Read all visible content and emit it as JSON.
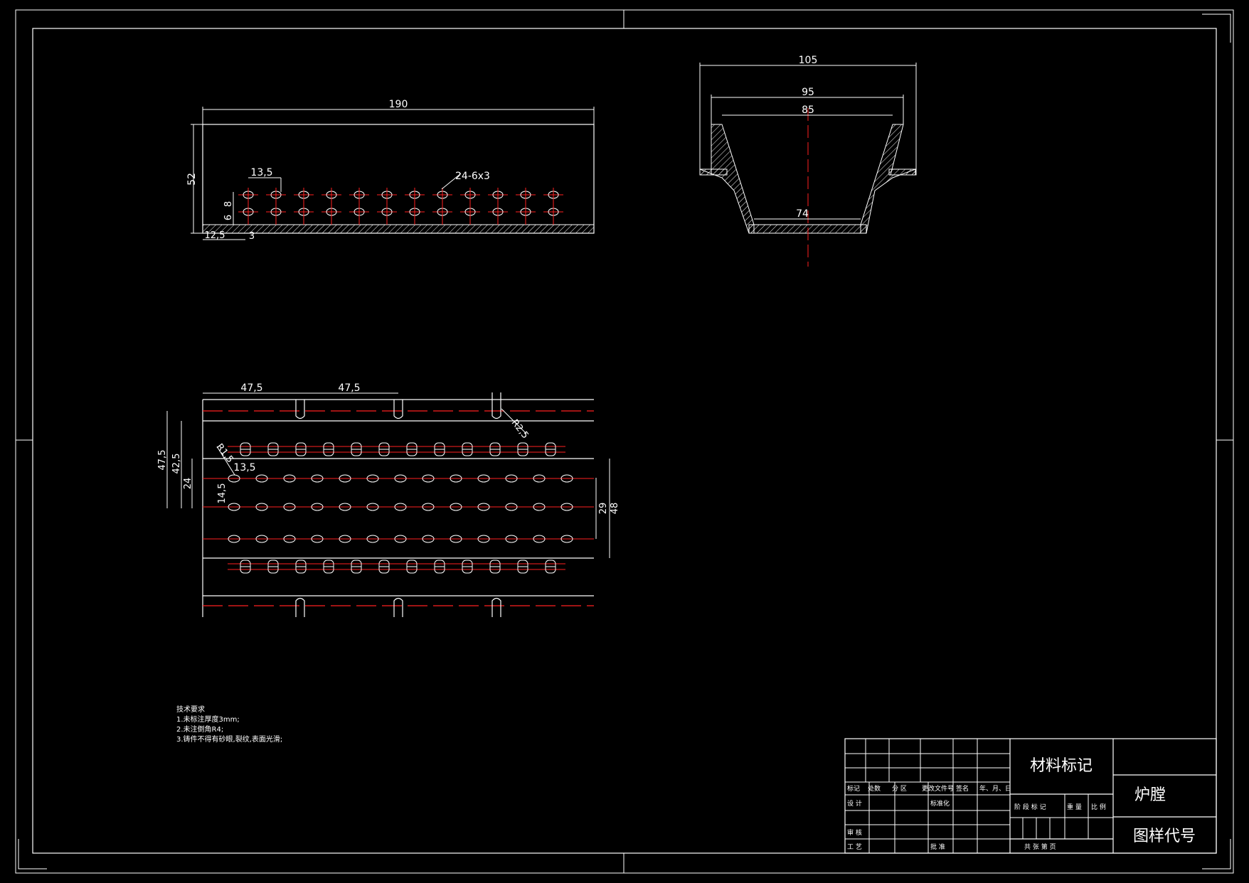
{
  "drawing": {
    "part_name": "炉膛",
    "material_label": "材料标记",
    "drawing_code_label": "图样代号"
  },
  "front_view": {
    "dim_length": "190",
    "dim_height": "52",
    "dim_hole_pitch": "13,5",
    "dim_hole_spec": "24-6x3",
    "dim_row_gap": "8",
    "dim_bottom_gap": "6",
    "dim_edge": "12,5",
    "dim_hole_width": "3"
  },
  "section_view": {
    "dim_outer_flange": "105",
    "dim_top_outer": "95",
    "dim_top_inner": "85",
    "dim_bottom": "74"
  },
  "top_view": {
    "dim_slot_pitch_1": "47,5",
    "dim_slot_pitch_2": "47,5",
    "dim_slot_radius": "R2,5",
    "dim_hole_radius": "R1,5",
    "dim_hole_pitch": "13,5",
    "dim_row_offset": "14,5",
    "dim_total_width": "47,5",
    "dim_width_2": "42,5",
    "dim_width_3": "24",
    "dim_right_inner": "29",
    "dim_right_outer": "48"
  },
  "notes": {
    "heading": "技术要求",
    "items": [
      "1.未标注厚度3mm;",
      "2.未注倒角R4;",
      "3.铸件不得有砂眼,裂纹,表面光滑;"
    ]
  },
  "title_block": {
    "row_labels": [
      "标记",
      "处数",
      "分 区",
      "更改文件号",
      "签名",
      "年、月、日"
    ],
    "design": "设 计",
    "standardize": "标准化",
    "review": "审 核",
    "process": "工 艺",
    "approve": "批 准",
    "stage_mark": "阶 段 标 记",
    "weight": "重 量",
    "scale": "比 例",
    "sheets": "共    张    第    页"
  }
}
